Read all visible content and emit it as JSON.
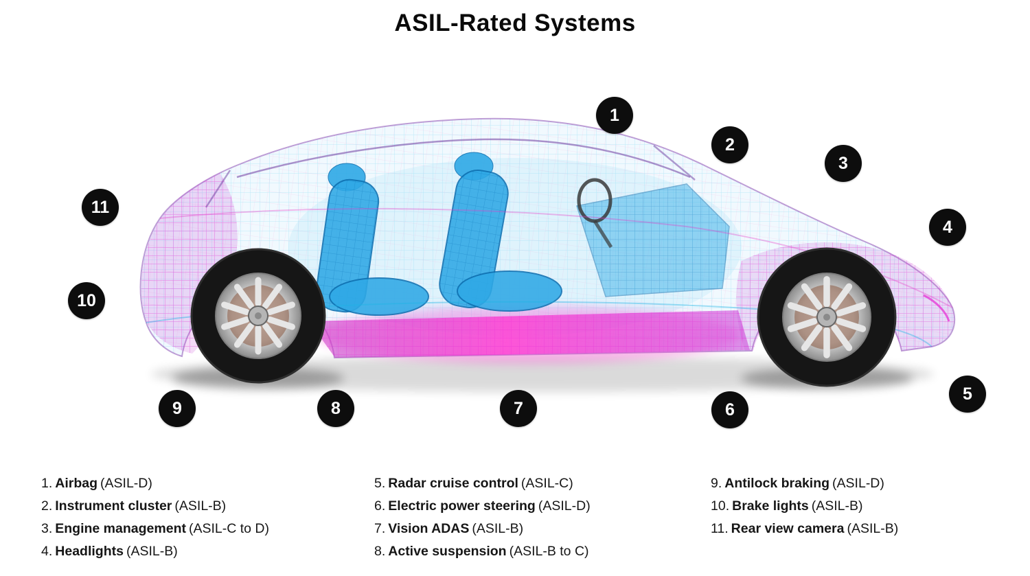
{
  "title": "ASIL-Rated Systems",
  "badges": [
    "1",
    "2",
    "3",
    "4",
    "5",
    "6",
    "7",
    "8",
    "9",
    "10",
    "11"
  ],
  "legend": {
    "col1": [
      {
        "num": "1.",
        "name": "Airbag",
        "rating": "(ASIL-D)"
      },
      {
        "num": "2.",
        "name": "Instrument cluster",
        "rating": "(ASIL-B)"
      },
      {
        "num": "3.",
        "name": "Engine management",
        "rating": "(ASIL-C to D)"
      },
      {
        "num": "4.",
        "name": "Headlights",
        "rating": "(ASIL-B)"
      }
    ],
    "col2": [
      {
        "num": "5.",
        "name": "Radar cruise control",
        "rating": "(ASIL-C)"
      },
      {
        "num": "6.",
        "name": "Electric power steering",
        "rating": "(ASIL-D)"
      },
      {
        "num": "7.",
        "name": "Vision ADAS",
        "rating": "(ASIL-B)"
      },
      {
        "num": "8.",
        "name": "Active suspension",
        "rating": "(ASIL-B to C)"
      }
    ],
    "col3": [
      {
        "num": "9.",
        "name": "Antilock braking",
        "rating": "(ASIL-D)"
      },
      {
        "num": "10.",
        "name": "Brake lights",
        "rating": "(ASIL-B)"
      },
      {
        "num": "11.",
        "name": "Rear view camera",
        "rating": "(ASIL-B)"
      }
    ]
  },
  "colors": {
    "badge_bg": "#0d0d0d",
    "mesh_cyan": "#1ab8e8",
    "mesh_magenta": "#e62ad4",
    "seat_blue": "#2fa9e6",
    "floor_pink": "#f03cc8"
  }
}
